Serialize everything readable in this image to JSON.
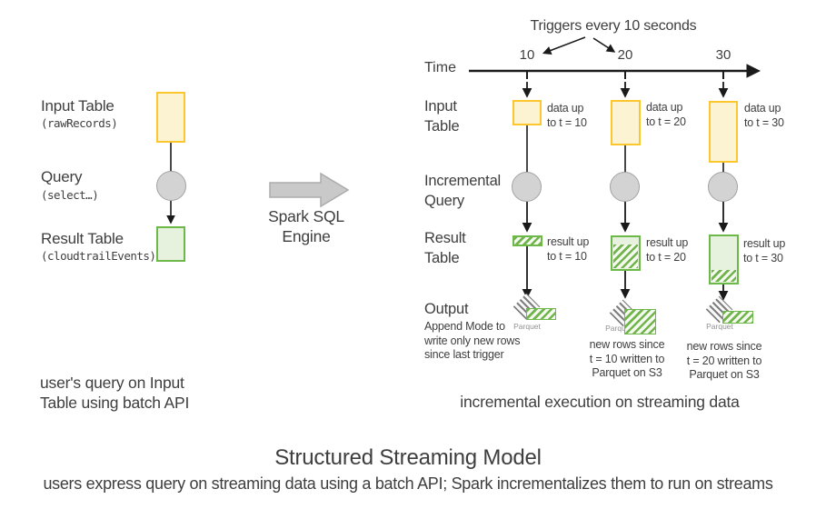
{
  "colors": {
    "yellow_fill": "#FCF3D3",
    "yellow_border": "#FCC62E",
    "green_fill": "#E6F1DE",
    "green_border": "#6CB848",
    "hatch_green": "#72B44C",
    "hatch_bg": "#F5FAF1",
    "gray_fill": "#D3D3D3",
    "gray_border": "#A3A3A3",
    "engine_fill": "#C9C9C9",
    "engine_border": "#ACACAC",
    "parquet_gray": "#7F7F7F",
    "text": "#3E3E3E",
    "muted": "#929292",
    "line": "#1A1A1A"
  },
  "left": {
    "input_label": "Input Table",
    "input_sub": "(rawRecords)",
    "query_label": "Query",
    "query_sub": "(select…)",
    "result_label": "Result Table",
    "result_sub": "(cloudtrailEvents)",
    "caption": "user's query on Input\nTable using batch API"
  },
  "engine": {
    "label": "Spark SQL\nEngine"
  },
  "right": {
    "trigger_note": "Triggers every 10 seconds",
    "time_label": "Time",
    "rows": {
      "input": "Input\nTable",
      "incremental": "Incremental\nQuery",
      "result": "Result\nTable",
      "output": "Output"
    },
    "append_note": "Append Mode to\nwrite only new rows\nsince last trigger",
    "columns": [
      {
        "tick": "10",
        "input_note": "data up\nto t = 10",
        "result_note": "result up\nto t = 10",
        "parquet_label": "Parquet",
        "output_note": ""
      },
      {
        "tick": "20",
        "input_note": "data up\nto t = 20",
        "result_note": "result up\nto t = 20",
        "parquet_label": "Parquet",
        "output_note": "new rows since\nt = 10 written to\nParquet on S3"
      },
      {
        "tick": "30",
        "input_note": "data up\nto t = 30",
        "result_note": "result up\nto t = 30",
        "parquet_label": "Parquet",
        "output_note": "new rows since\nt = 20 written to\nParquet on S3"
      }
    ],
    "caption": "incremental execution on streaming data"
  },
  "footer": {
    "title": "Structured Streaming Model",
    "subtitle": "users express query on streaming data using a batch API; Spark incrementalizes them to run on streams"
  }
}
